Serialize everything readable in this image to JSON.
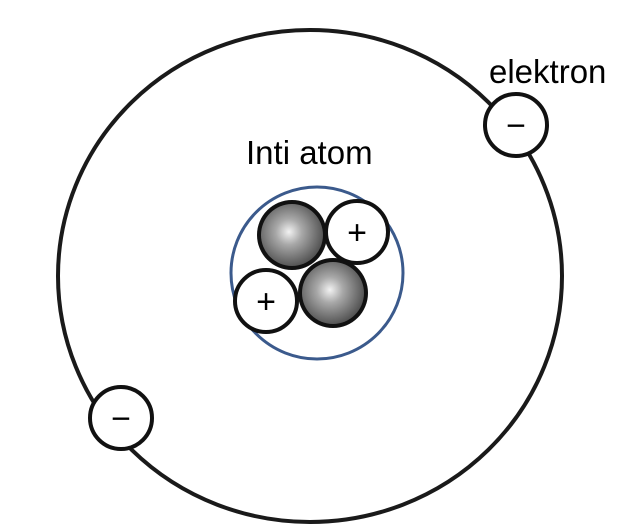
{
  "labels": {
    "electron": "elektron",
    "nucleus": "Inti atom"
  },
  "symbols": {
    "proton": "+",
    "electron": "−"
  },
  "particles": {
    "electron_count": 2,
    "proton_count": 2,
    "neutron_count": 2
  },
  "colors": {
    "orbit": "#1a1a1a",
    "nucleus_boundary": "#3b5a8c",
    "neutron_fill": "#6e6e6e",
    "proton_fill": "#ffffff",
    "electron_fill": "#ffffff",
    "text": "#000000"
  }
}
